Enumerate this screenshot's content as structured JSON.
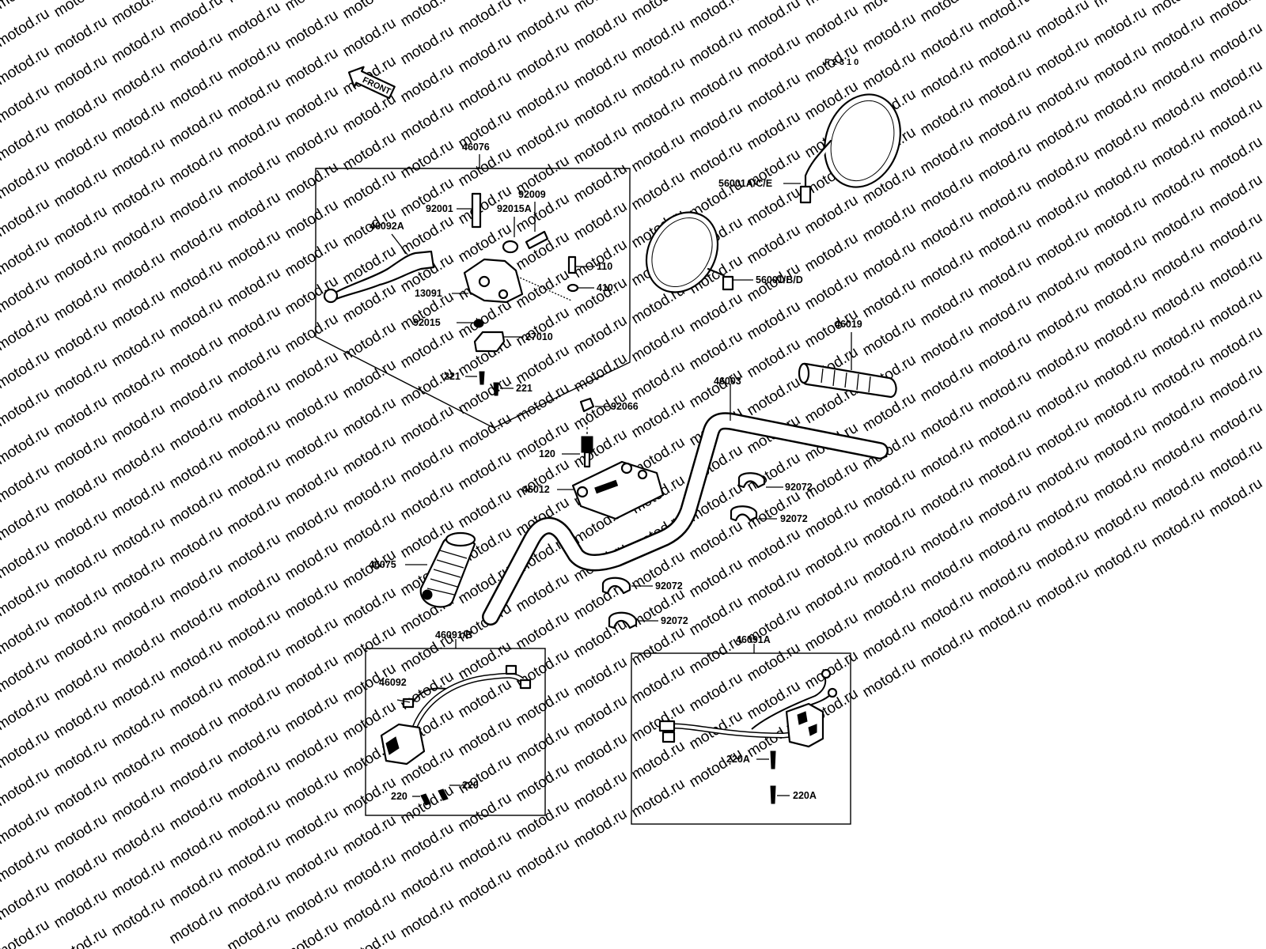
{
  "figure_code": "F2310",
  "front_label": "FRONT",
  "watermark": "motod.ru",
  "callouts": {
    "c46076": "46076",
    "c92001": "92001",
    "c92009": "92009",
    "c92015A": "92015A",
    "c46092A": "46092A",
    "c110": "110",
    "c410": "410",
    "c13091": "13091",
    "c92015": "92015",
    "c27010": "27010",
    "c221a": "221",
    "c221b": "221",
    "c56001ACE": "56001A/C/E",
    "c56001BD": "56001/B/D",
    "c46019": "46019",
    "c46003": "46003",
    "c92066": "92066",
    "c120": "120",
    "c46012": "46012",
    "c92072a": "92072",
    "c92072b": "92072",
    "c92072c": "92072",
    "c92072d": "92072",
    "c46075": "46075",
    "c46091B": "46091/B",
    "c46091A": "46091A",
    "c46092": "46092",
    "c220a": "220",
    "c220b": "220",
    "c220Aa": "220A",
    "c220Ab": "220A"
  }
}
